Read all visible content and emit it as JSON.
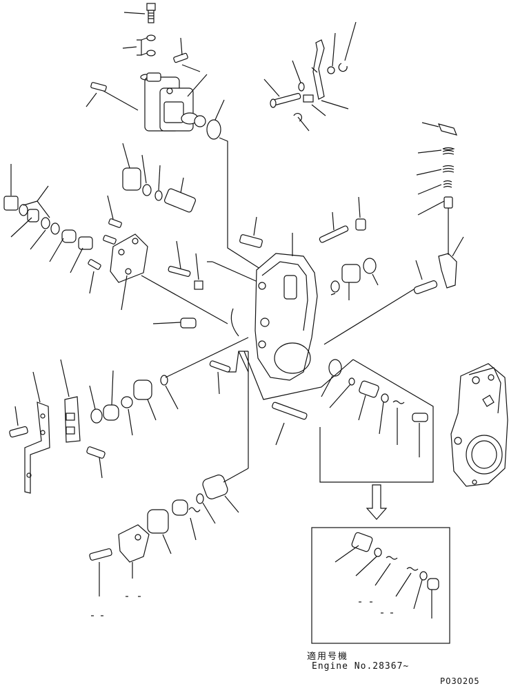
{
  "drawing": {
    "applicable_serial_label": "適用号機",
    "engine_serial_label": "Engine No.28367~",
    "drawing_code": "PO3O2O5"
  }
}
